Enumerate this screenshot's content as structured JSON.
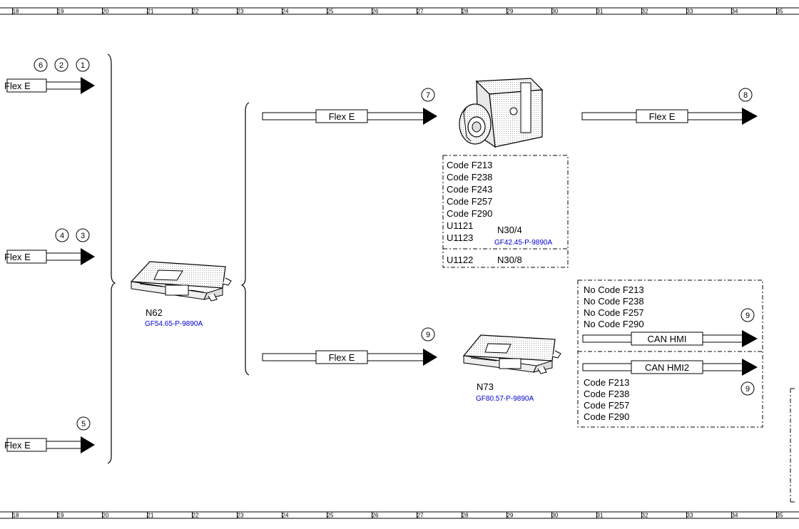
{
  "ruler": {
    "numbers": [
      "18",
      "19",
      "20",
      "21",
      "22",
      "23",
      "24",
      "25",
      "26",
      "27",
      "28",
      "29",
      "30",
      "31",
      "32",
      "33",
      "34",
      "35"
    ]
  },
  "left_arrows": [
    {
      "label": "Flex E",
      "markers": [
        "6",
        "2",
        "1"
      ]
    },
    {
      "label": "Flex E",
      "markers": [
        "4",
        "3"
      ]
    },
    {
      "label": "Flex E",
      "markers": [
        "5"
      ]
    }
  ],
  "components": {
    "n62": {
      "name": "N62",
      "ref": "GF54.65-P-9890A"
    },
    "n30_4": {
      "name": "N30/4",
      "ref": "GF42.45-P-9890A"
    },
    "n30_8": {
      "name": "N30/8"
    },
    "n73": {
      "name": "N73",
      "ref": "GF80.57-P-9890A"
    }
  },
  "mid_arrows": [
    {
      "label": "Flex E",
      "marker": "7"
    },
    {
      "label": "Flex E",
      "marker": "9"
    }
  ],
  "right_arrow": {
    "label": "Flex E",
    "marker": "8"
  },
  "abs_box": {
    "codes": [
      "Code F213",
      "Code F238",
      "Code F243",
      "Code F257",
      "Code F290",
      "U1121",
      "U1123"
    ],
    "lower_code": "U1122"
  },
  "can_box_top": {
    "codes": [
      "No Code F213",
      "No Code F238",
      "No Code F257",
      "No Code F290"
    ],
    "arrow_label": "CAN HMI",
    "marker": "9"
  },
  "can_box_bottom": {
    "codes": [
      "Code F213",
      "Code F238",
      "Code F257",
      "Code F290"
    ],
    "arrow_label": "CAN HMI2",
    "marker": "9"
  }
}
